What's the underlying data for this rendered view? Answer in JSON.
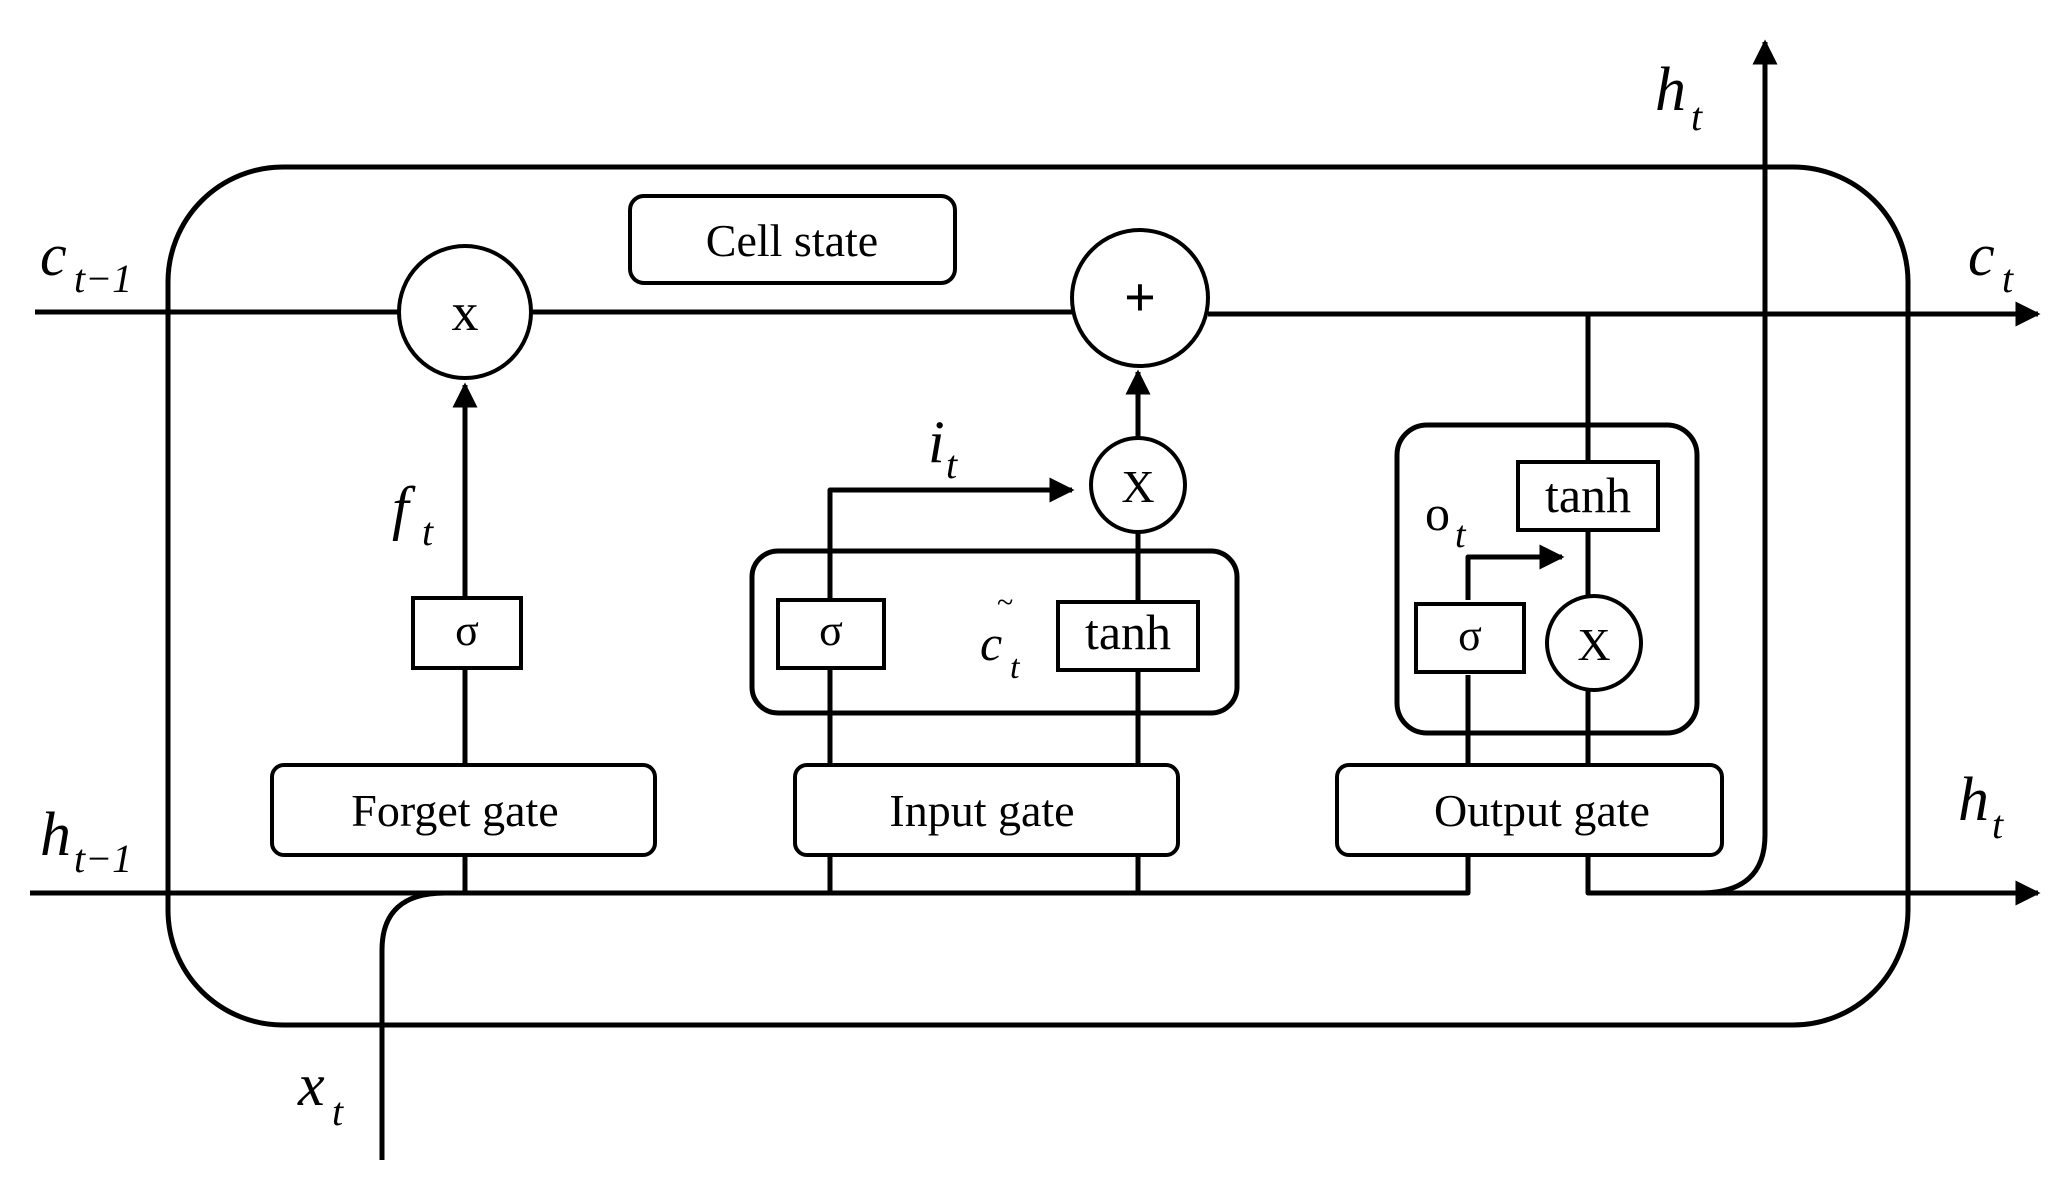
{
  "labels": {
    "cell_state": "Cell state",
    "forget_gate": "Forget gate",
    "input_gate": "Input gate",
    "output_gate": "Output gate"
  },
  "ops": {
    "multiply": "x",
    "multiply_upper": "X",
    "add": "+",
    "sigma": "σ",
    "tanh": "tanh"
  },
  "variables": {
    "c_prev": {
      "base": "c",
      "sub": "t−1"
    },
    "c_t": {
      "base": "c",
      "sub": "t"
    },
    "h_prev": {
      "base": "h",
      "sub": "t−1"
    },
    "h_t_right": {
      "base": "h",
      "sub": "t"
    },
    "h_t_top": {
      "base": "h",
      "sub": "t"
    },
    "x_t": {
      "base": "x",
      "sub": "t"
    },
    "f_t": {
      "base": "f",
      "sub": "t"
    },
    "i_t": {
      "base": "i",
      "sub": "t"
    },
    "o_t": {
      "base": "o",
      "sub": "t"
    },
    "c_tilde": {
      "base": "c",
      "sub": "t",
      "accent": "~"
    }
  }
}
